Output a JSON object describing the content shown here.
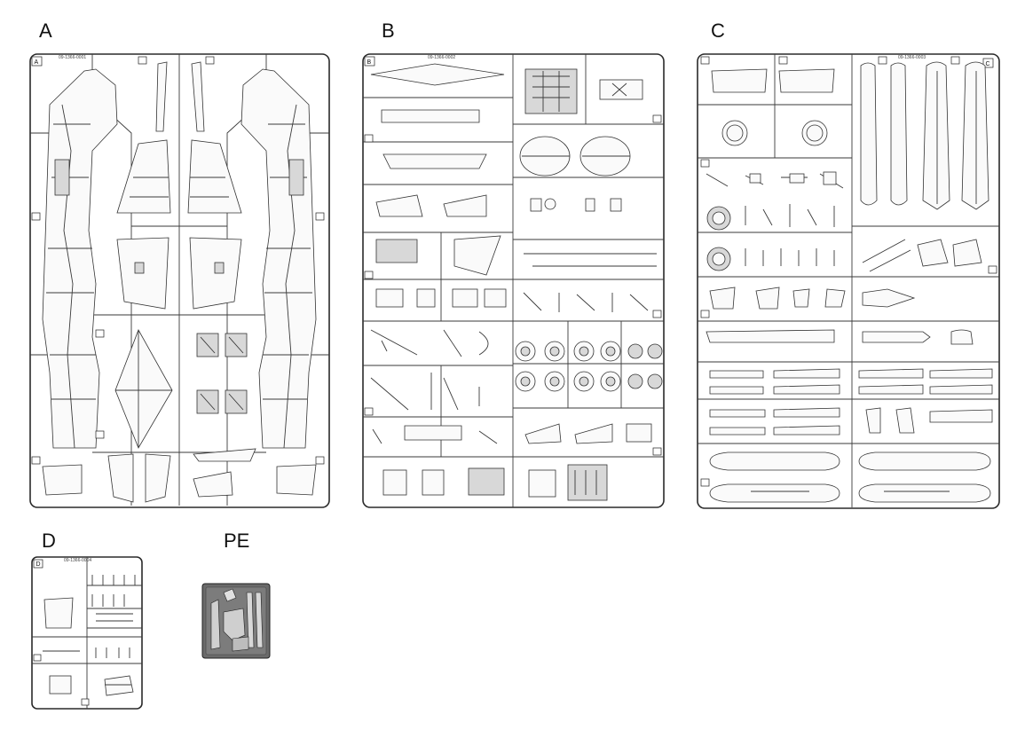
{
  "sprues": [
    {
      "id": "A",
      "label": "A",
      "corner": "A",
      "code": "09-1366-0001"
    },
    {
      "id": "B",
      "label": "B",
      "corner": "B",
      "code": "09-1366-0002"
    },
    {
      "id": "C",
      "label": "C",
      "corner": "C",
      "code": "09-1366-0003"
    },
    {
      "id": "D",
      "label": "D",
      "corner": "D",
      "code": "09-1366-0004"
    },
    {
      "id": "PE",
      "label": "PE"
    }
  ]
}
